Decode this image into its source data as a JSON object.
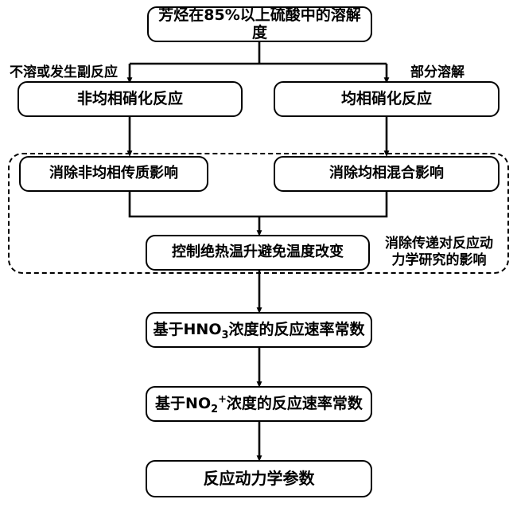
{
  "diagram": {
    "title_text": "芳烃在85%以上硫酸中的溶解度",
    "type": "flowchart",
    "orientation": "top-down",
    "background_color": "#ffffff",
    "line_color": "#000000",
    "nodes": [
      {
        "id": "solubility",
        "label": "芳烃在85%以上硫酸中的溶解度",
        "shape": "rounded-rect"
      },
      {
        "id": "heterogeneous-nitration",
        "label": "非均相硝化反应",
        "shape": "rounded-rect"
      },
      {
        "id": "homogeneous-nitration",
        "label": "均相硝化反应",
        "shape": "rounded-rect"
      },
      {
        "id": "eliminate-hetero-mass-transfer",
        "label": "消除非均相传质影响",
        "shape": "rounded-rect"
      },
      {
        "id": "eliminate-homo-mixing",
        "label": "消除均相混合影响",
        "shape": "rounded-rect"
      },
      {
        "id": "control-adiabatic-temperature",
        "label": "控制绝热温升避免温度改变",
        "shape": "rounded-rect"
      },
      {
        "id": "rate-constant-hno3",
        "label_prefix": "基于HNO",
        "label_sub": "3",
        "label_suffix": "浓度的反应速率常数",
        "shape": "rounded-rect"
      },
      {
        "id": "rate-constant-no2plus",
        "label_prefix": "基于NO",
        "label_sub": "2",
        "label_sup": "+",
        "label_suffix": "浓度的反应速率常数",
        "shape": "rounded-rect"
      },
      {
        "id": "kinetic-parameters",
        "label": "反应动力学参数",
        "shape": "rounded-rect"
      }
    ],
    "edge_labels": {
      "left_branch": "不溶或发生副反应",
      "right_branch": "部分溶解"
    },
    "group_note": {
      "line1": "消除传递对反应动",
      "line2": "力学研究的影响"
    }
  }
}
